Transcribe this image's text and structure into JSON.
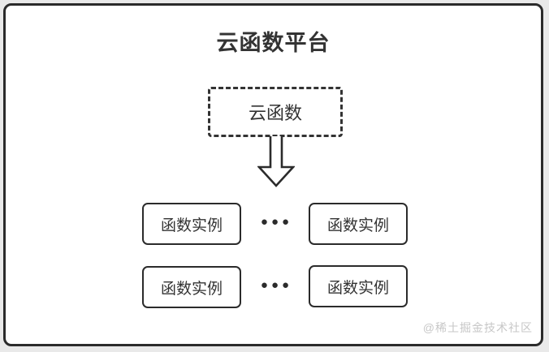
{
  "diagram": {
    "title": "云函数平台",
    "root_node": {
      "label": "云函数"
    },
    "instance_rows": [
      {
        "left": "函数实例",
        "separator": "●●●",
        "right": "函数实例"
      },
      {
        "left": "函数实例",
        "separator": "●●●",
        "right": "函数实例"
      }
    ],
    "colors": {
      "border": "#2b2b2b",
      "text": "#333333",
      "panel_background": "#ffffff",
      "page_background": "#e9e9e9",
      "watermark": "#c7c7c7"
    }
  },
  "page": {
    "watermark": "@稀土掘金技术社区"
  }
}
